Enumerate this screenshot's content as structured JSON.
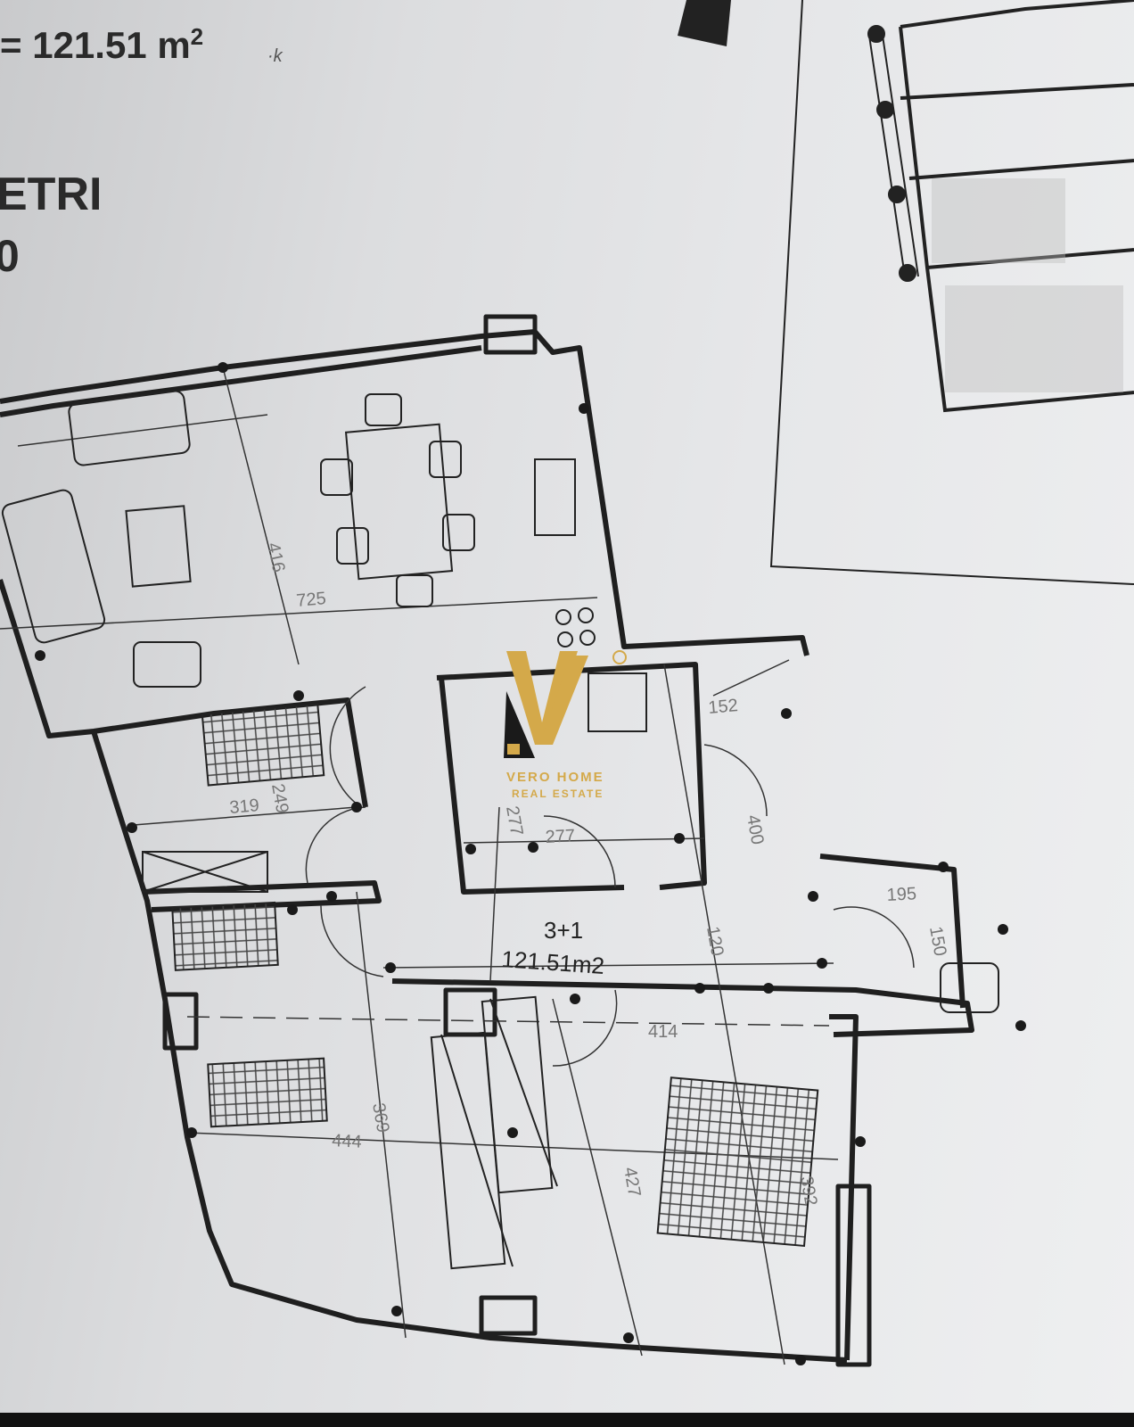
{
  "header": {
    "area_value": "= 121.51 m",
    "area_sup": "2",
    "handwritten_mark": "·k",
    "title_fragment": "ETRI",
    "line_fragment": "0"
  },
  "plan": {
    "unit_type": "3+1",
    "unit_area": "121.51m2",
    "dimensions": [
      "416",
      "725",
      "152",
      "277",
      "277",
      "319",
      "249",
      "400",
      "195",
      "150",
      "120",
      "414",
      "444",
      "369",
      "427",
      "392"
    ]
  },
  "watermark": {
    "brand": "VERO HOME",
    "tagline": "REAL ESTATE",
    "color": "#d4a94a"
  },
  "colors": {
    "paper": "#e3e4e6",
    "ink": "#1f1f1f"
  }
}
